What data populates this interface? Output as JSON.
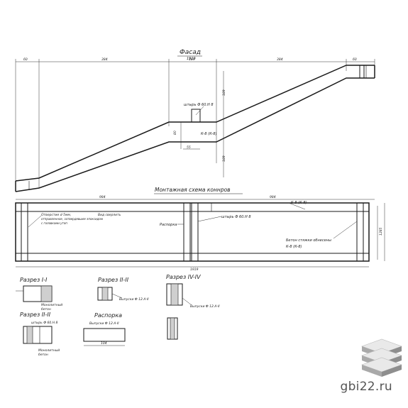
{
  "facade": {
    "title": "Фасад",
    "overall": "1919",
    "dim_left": "384",
    "dim_mid": "189",
    "dim_right": "384",
    "dim_end": "60",
    "dim_start": "60",
    "vert_upper": "189",
    "vert_lower": "189",
    "slot_w": "55",
    "center_h": "80",
    "profile_label": "К-8 (К-8)",
    "stud_label": "штырь Ф 60.Н 8"
  },
  "plan": {
    "title": "Монтажная схема коннров",
    "dim_left": "984",
    "dim_right": "984",
    "overall": "1919",
    "right_tag": "К-8 (К-8)",
    "lbl_opening": "Отверстие d-5мм,",
    "lbl_opening2": "отправленное, затвердевшее эпоксидом",
    "lbl_opening3": "с головками утоп",
    "lbl_welds": "Вид сверлить",
    "lbl_stud": "штырь Ф 60.Н 8",
    "lbl_prop": "Распорка",
    "lbl_block": "Бетон стяжки обнесены",
    "lbl_block2": "К-8 (К-8)",
    "side_dim": "1285"
  },
  "sections": {
    "s1": {
      "title": "Разрез I-I",
      "note1": "Монолитный",
      "note2": "бетон"
    },
    "s2": {
      "title": "Разрез II-II",
      "note": "Выпуски Ф 12.А-II"
    },
    "s3": {
      "title": "Разрез IV-IV",
      "note": "Выпуски Ф 12.А-II"
    },
    "s4": {
      "title": "Разрез II-II",
      "note_top": "штырь Ф 60.Н 8",
      "note1": "Монолитный",
      "note2": "бетон"
    },
    "prop": {
      "title": "Распорка",
      "note": "Выпуски Ф 12.А-II",
      "dim": "104"
    }
  },
  "watermark": "gbi22.ru"
}
